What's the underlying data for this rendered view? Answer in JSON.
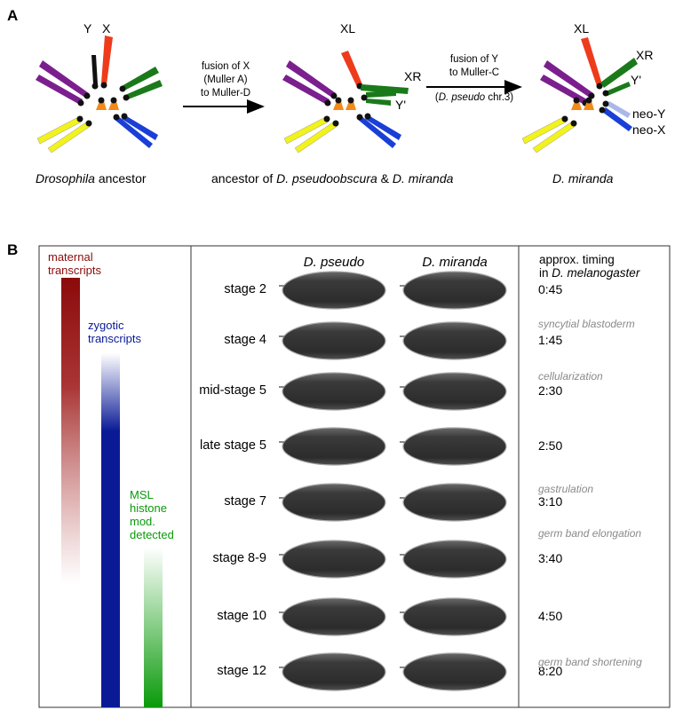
{
  "panel_a": {
    "label": "A",
    "ancestor": {
      "caption_italic": "Drosophila",
      "caption_rest": " ancestor",
      "label_y": "Y",
      "label_x": "X"
    },
    "step1": {
      "line1": "fusion of X",
      "line2": "(Muller A)",
      "line3": "to Muller-D"
    },
    "intermediate": {
      "caption_pre": "ancestor of ",
      "caption_italic1": "D. pseudoobscura",
      "caption_mid": " & ",
      "caption_italic2": "D. miranda",
      "label_xl": "XL",
      "label_xr": "XR",
      "label_yprime": "Y'"
    },
    "step2": {
      "line1": "fusion of Y",
      "line2": "to Muller-C",
      "line3_pre": "(",
      "line3_italic": "D. pseudo",
      "line3_post": " chr.3)"
    },
    "miranda": {
      "caption": "D. miranda",
      "label_xl": "XL",
      "label_xr": "XR",
      "label_yprime": "Y'",
      "label_neoy": "neo-Y",
      "label_neox": "neo-X"
    },
    "colors": {
      "purple": "#7b1f8e",
      "red": "#ee3b1c",
      "green": "#1a7a1a",
      "yellow": "#f2f21c",
      "blue": "#1a3fd6",
      "light_blue": "#aab8e8",
      "orange": "#f28a1a",
      "black": "#111111"
    }
  },
  "panel_b": {
    "label": "B",
    "legend": {
      "maternal_line1": "maternal",
      "maternal_line2": "transcripts",
      "zygotic_line1": "zygotic",
      "zygotic_line2": "transcripts",
      "msl_line1": "MSL",
      "msl_line2": "histone",
      "msl_line3": "mod.",
      "msl_line4": "detected",
      "maternal_color": "#8b0a0a",
      "zygotic_color": "#0a1a96",
      "msl_color": "#0a9a0a"
    },
    "col_head_pseudo": "D. pseudo",
    "col_head_miranda": "D. miranda",
    "timing_head_line1": "approx. timing",
    "timing_head_line2_pre": "in ",
    "timing_head_line2_italic": "D. melanogaster",
    "stages": [
      {
        "name": "stage 2",
        "time": "0:45"
      },
      {
        "name": "stage 4",
        "time": "1:45"
      },
      {
        "name": "mid-stage 5",
        "time": "2:30"
      },
      {
        "name": "late stage 5",
        "time": "2:50"
      },
      {
        "name": "stage 7",
        "time": "3:10"
      },
      {
        "name": "stage 8-9",
        "time": "3:40"
      },
      {
        "name": "stage 10",
        "time": "4:50"
      },
      {
        "name": "stage 12",
        "time": "8:20"
      }
    ],
    "phases": [
      "syncytial blastoderm",
      "cellularization",
      "gastrulation",
      "germ band elongation",
      "germ band shortening"
    ]
  }
}
